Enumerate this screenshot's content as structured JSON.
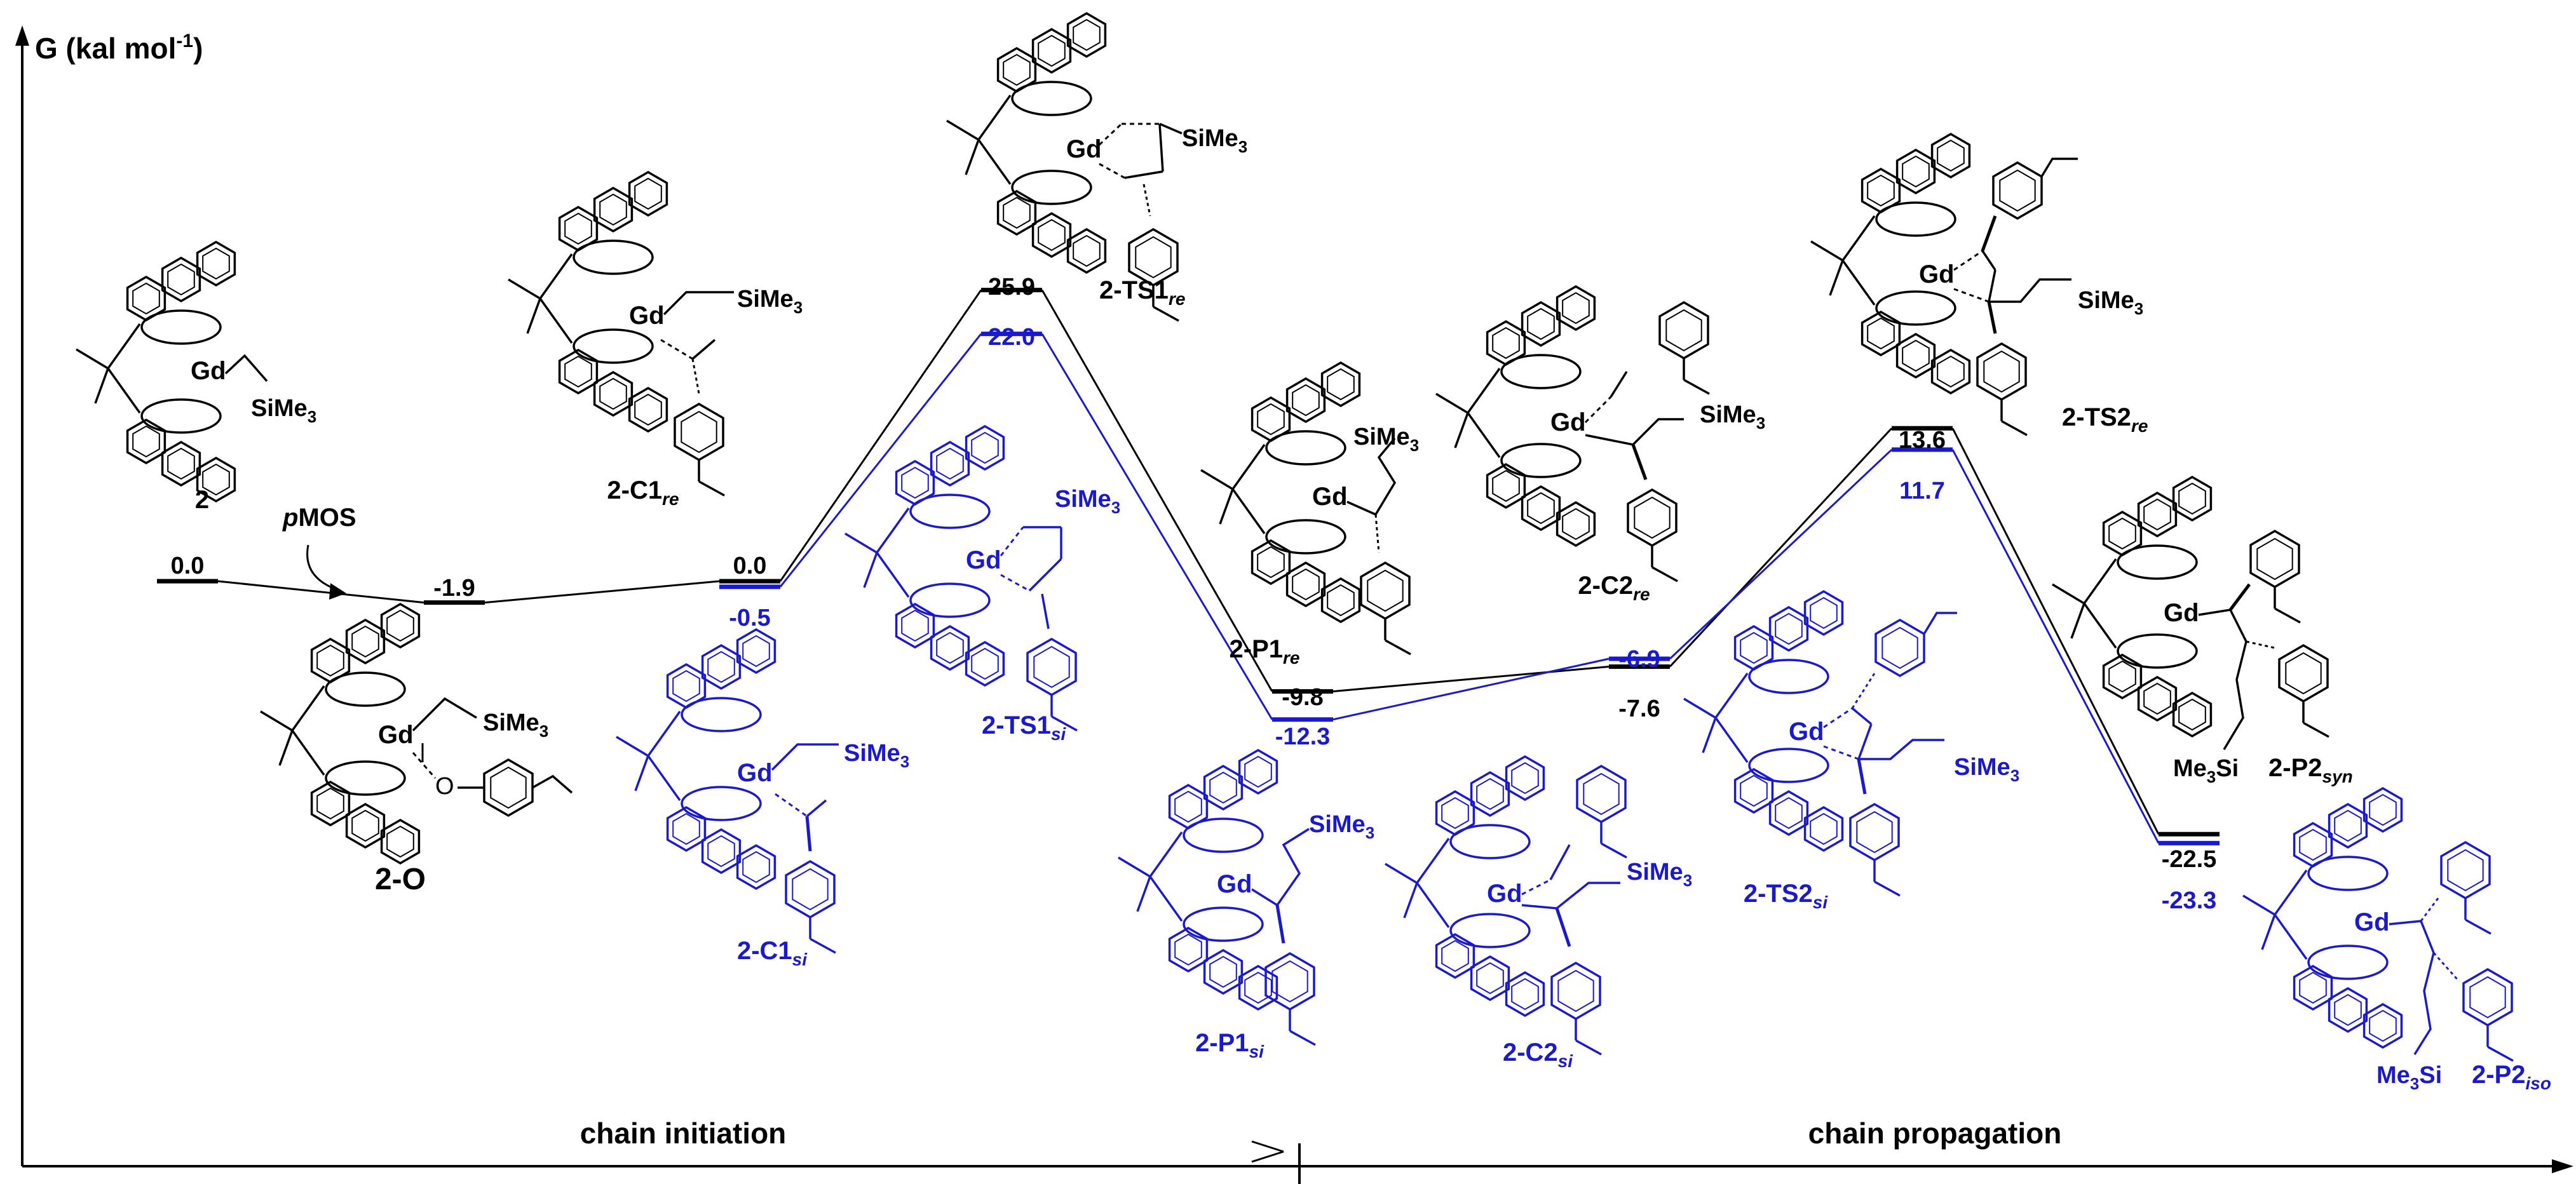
{
  "colors": {
    "re": "#000000",
    "si": "#1a1acc"
  },
  "y_axis": {
    "label_main": "G (kal mol",
    "label_sup": "-1",
    "label_close": ")"
  },
  "phases": {
    "initiation": "chain initiation",
    "propagation": "chain propagation"
  },
  "reagent": {
    "prefix": "p",
    "name": "MOS"
  },
  "atoms": {
    "metal": "Gd",
    "silyl": "SiMe3",
    "silyl_main": "SiMe",
    "silyl_sub": "3",
    "silyl_rev_main": "Me",
    "silyl_rev_sub": "3",
    "silyl_rev_tail": "Si",
    "oxygen": "O"
  },
  "labels": {
    "c2": "2",
    "c2o": "2-O",
    "c1re_main": "2-C1",
    "c1re_sub": "re",
    "c1si_main": "2-C1",
    "c1si_sub": "si",
    "ts1re_main": "2-TS1",
    "ts1re_sub": "re",
    "ts1si_main": "2-TS1",
    "ts1si_sub": "si",
    "p1re_main": "2-P1",
    "p1re_sub": "re",
    "p1si_main": "2-P1",
    "p1si_sub": "si",
    "c2re_main": "2-C2",
    "c2re_sub": "re",
    "c2si_main": "2-C2",
    "c2si_sub": "si",
    "ts2re_main": "2-TS2",
    "ts2re_sub": "re",
    "ts2si_main": "2-TS2",
    "ts2si_sub": "si",
    "p2syn_main": "2-P2",
    "p2syn_sub": "syn",
    "p2iso_main": "2-P2",
    "p2iso_sub": "iso"
  },
  "chart_data": {
    "type": "energy-profile",
    "ylabel": "G (kal mol-1)",
    "pathways": [
      {
        "name": "re",
        "color": "#000000",
        "states": [
          "2",
          "2-O",
          "2-C1re",
          "2-TS1re",
          "2-P1re",
          "2-C2re",
          "2-TS2re",
          "2-P2syn"
        ],
        "values": [
          0.0,
          -1.9,
          0.0,
          25.9,
          -9.8,
          -7.6,
          13.6,
          -22.5
        ]
      },
      {
        "name": "si",
        "color": "#1a1acc",
        "states": [
          "2",
          "2-O",
          "2-C1si",
          "2-TS1si",
          "2-P1si",
          "2-C2si",
          "2-TS2si",
          "2-P2iso"
        ],
        "values": [
          0.0,
          -1.9,
          -0.5,
          22.0,
          -12.3,
          -6.9,
          11.7,
          -23.3
        ]
      }
    ],
    "value_labels": {
      "s0": "0.0",
      "s1": "-1.9",
      "re2": "0.0",
      "re3": "25.9",
      "re4": "-9.8",
      "re5": "-7.6",
      "re6": "13.6",
      "re7": "-22.5",
      "si2": "-0.5",
      "si3": "22.0",
      "si4": "-12.3",
      "si5": "-6.9",
      "si6": "11.7",
      "si7": "-23.3"
    }
  }
}
